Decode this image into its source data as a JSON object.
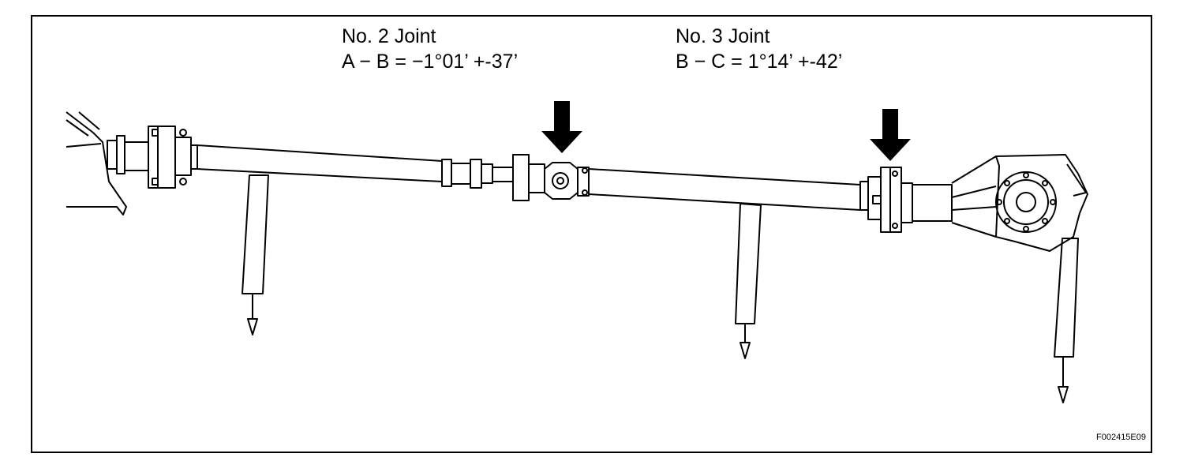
{
  "labels": {
    "joint2": {
      "title": "No. 2 Joint",
      "formula": "A − B = −1°01’ +-37’"
    },
    "joint3": {
      "title": "No. 3 Joint",
      "formula": "B − C = 1°14’ +-42’"
    }
  },
  "figure_code": "F002415E09",
  "colors": {
    "line": "#000000",
    "background": "#ffffff"
  },
  "icons": {
    "measurement_arrow": "down-arrow-icon",
    "plumb_bob": "plumb-bob-icon"
  }
}
